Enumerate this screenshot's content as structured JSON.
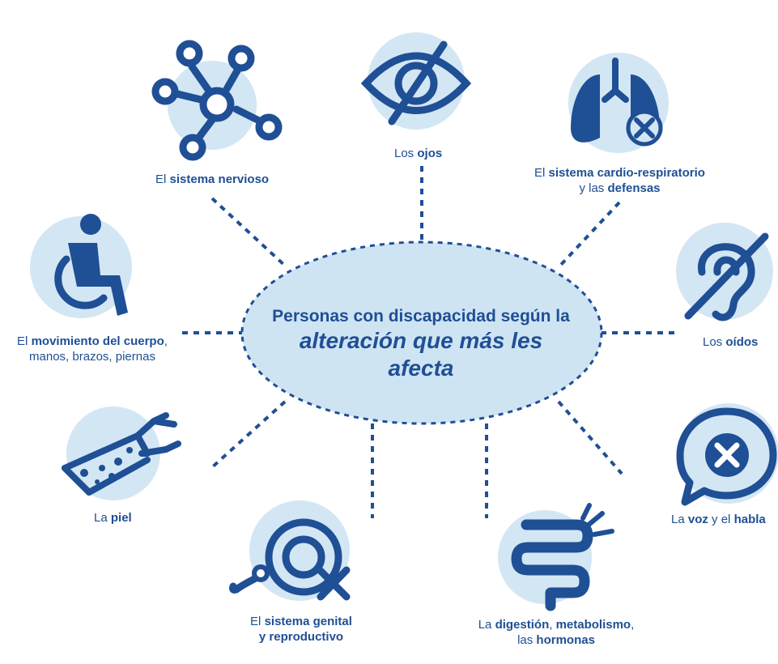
{
  "colors": {
    "primary": "#1f4f95",
    "light": "#d3e6f4",
    "center_fill": "#cfe4f3"
  },
  "center": {
    "line1": "Personas con discapacidad según la",
    "line2": "alteración que más les afecta"
  },
  "nodes": [
    {
      "id": "nervioso",
      "icon": "network-nodes-icon",
      "parts": [
        {
          "t": "El ",
          "b": false
        },
        {
          "t": "sistema nervioso",
          "b": true
        }
      ]
    },
    {
      "id": "ojos",
      "icon": "crossed-eye-icon",
      "parts": [
        {
          "t": "Los ",
          "b": false
        },
        {
          "t": "ojos",
          "b": true
        }
      ]
    },
    {
      "id": "cardio",
      "icon": "lungs-x-icon",
      "parts": [
        {
          "t": "El ",
          "b": false
        },
        {
          "t": "sistema cardio-respiratorio",
          "b": true
        }
      ],
      "parts2": [
        {
          "t": "y las ",
          "b": false
        },
        {
          "t": "defensas",
          "b": true
        }
      ]
    },
    {
      "id": "movimiento",
      "icon": "wheelchair-icon",
      "parts": [
        {
          "t": "El ",
          "b": false
        },
        {
          "t": "movimiento del cuerpo",
          "b": true
        },
        {
          "t": ",",
          "b": false
        }
      ],
      "parts2": [
        {
          "t": "manos, brazos, piernas",
          "b": false
        }
      ]
    },
    {
      "id": "oidos",
      "icon": "hearing-impaired-ear-icon",
      "parts": [
        {
          "t": "Los ",
          "b": false
        },
        {
          "t": "oídos",
          "b": true
        }
      ]
    },
    {
      "id": "piel",
      "icon": "arm-skin-spots-icon",
      "parts": [
        {
          "t": "La ",
          "b": false
        },
        {
          "t": "piel",
          "b": true
        }
      ]
    },
    {
      "id": "voz",
      "icon": "speech-bubble-x-icon",
      "parts": [
        {
          "t": "La ",
          "b": false
        },
        {
          "t": "voz",
          "b": true
        },
        {
          "t": " y el ",
          "b": false
        },
        {
          "t": "habla",
          "b": true
        }
      ]
    },
    {
      "id": "genital",
      "icon": "reproductive-target-icon",
      "parts": [
        {
          "t": "El ",
          "b": false
        },
        {
          "t": "sistema genital",
          "b": true
        }
      ],
      "parts2": [
        {
          "t": "y reproductivo",
          "b": true
        }
      ]
    },
    {
      "id": "digestion",
      "icon": "intestine-icon",
      "parts": [
        {
          "t": "La ",
          "b": false
        },
        {
          "t": "digestión",
          "b": true
        },
        {
          "t": ", ",
          "b": false
        },
        {
          "t": "metabolismo",
          "b": true
        },
        {
          "t": ",",
          "b": false
        }
      ],
      "parts2": [
        {
          "t": "las ",
          "b": false
        },
        {
          "t": "hormonas",
          "b": true
        }
      ]
    }
  ]
}
